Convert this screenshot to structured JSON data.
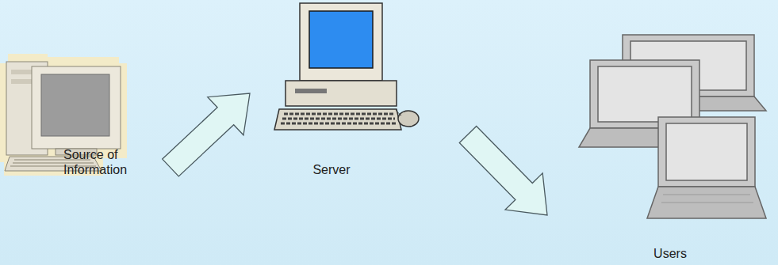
{
  "diagram": {
    "nodes": [
      {
        "text": [
          "Source of Information"
        ]
      },
      {
        "text": [
          "Server"
        ]
      },
      {
        "text": [
          "Users"
        ]
      }
    ],
    "edges": [
      {
        "from": 0,
        "to": 1,
        "arrow": "to"
      },
      {
        "from": 1,
        "to": 2,
        "arrow": "to"
      }
    ]
  }
}
